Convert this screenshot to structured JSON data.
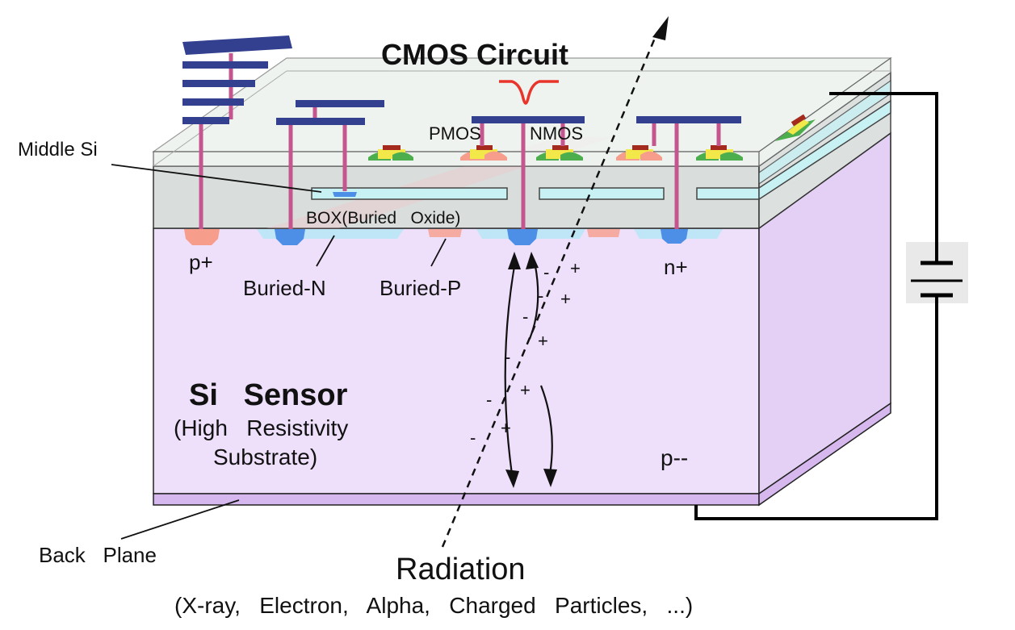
{
  "labels": {
    "cmos_circuit": "CMOS Circuit",
    "middle_si": "Middle Si",
    "box": "BOX(Buried   Oxide)",
    "pmos": "PMOS",
    "nmos": "NMOS",
    "p_plus": "p+",
    "n_plus": "n+",
    "buried_n": "Buried-N",
    "buried_p": "Buried-P",
    "si_sensor": "Si   Sensor",
    "high_res_1": "(High   Resistivity",
    "high_res_2": "Substrate)",
    "p_minus": "p--",
    "back_plane": "Back   Plane",
    "radiation": "Radiation",
    "radiation_types": "(X-ray,   Electron,   Alpha,   Charged   Particles,   ...)"
  },
  "charges": {
    "minus": "-",
    "plus": "+"
  },
  "colors": {
    "substrate": "#eedffb",
    "substrate_side": "#e3d0f4",
    "back_plane": "#d6b8ee",
    "oxide_layer": "#d9dedd",
    "middle_si": "#c8f1f4",
    "circuit_layer": "#edf2ee",
    "metal": "#33408f",
    "via": "#c4558e",
    "p_implant": "#f69d8b",
    "n_implant": "#4d8fe6",
    "signal": "#e8342b",
    "gate_green": "#4cae4c",
    "gate_yellow": "#f2e84a",
    "gate_red": "#a32a1c"
  }
}
